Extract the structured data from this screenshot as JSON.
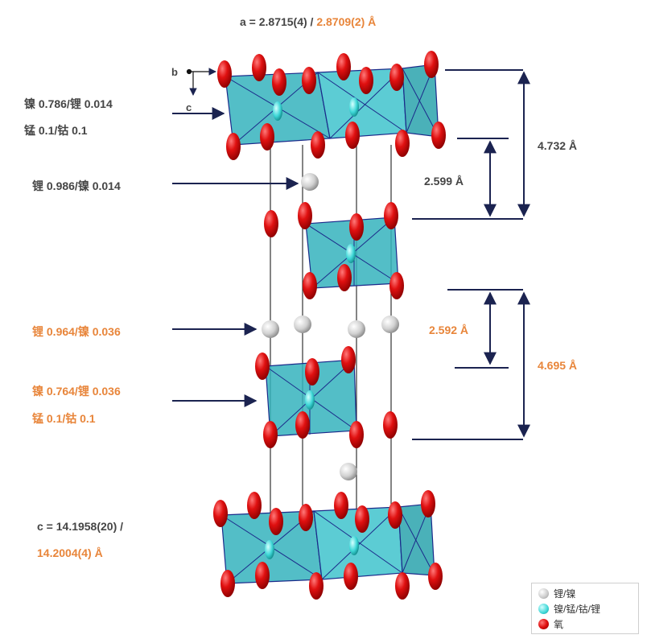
{
  "header": {
    "a_gray": "a = 2.8715(4) / ",
    "a_orange": "2.8709(2) Å"
  },
  "axes": {
    "b": "b",
    "c": "c"
  },
  "labels": {
    "top_ni": "镍 0.786/锂 0.014",
    "top_mn": "锰 0.1/钴 0.1",
    "li_gray": "锂 0.986/镍 0.014",
    "li_orange": "锂 0.964/镍 0.036",
    "ni_orange": "镍 0.764/锂 0.036",
    "mn_orange": "锰 0.1/钴 0.1",
    "c_gray": "c = 14.1958(20) /",
    "c_orange": "14.2004(4) Å"
  },
  "dimensions": {
    "top_total": "4.732 Å",
    "top_slab": "2.599 Å",
    "bottom_slab": "2.592 Å",
    "bottom_total": "4.695 Å"
  },
  "legend": [
    {
      "label": "锂/镍",
      "color": "#c9c9c9"
    },
    {
      "label": "镍/锰/钴/锂",
      "color": "#3ed7d7"
    },
    {
      "label": "氧",
      "color": "#e01010"
    }
  ],
  "colors": {
    "arrow": "#1b2350",
    "octahedron": "#35b3bd",
    "oxygen": "#e01010",
    "lithium": "#d8d8d8"
  }
}
